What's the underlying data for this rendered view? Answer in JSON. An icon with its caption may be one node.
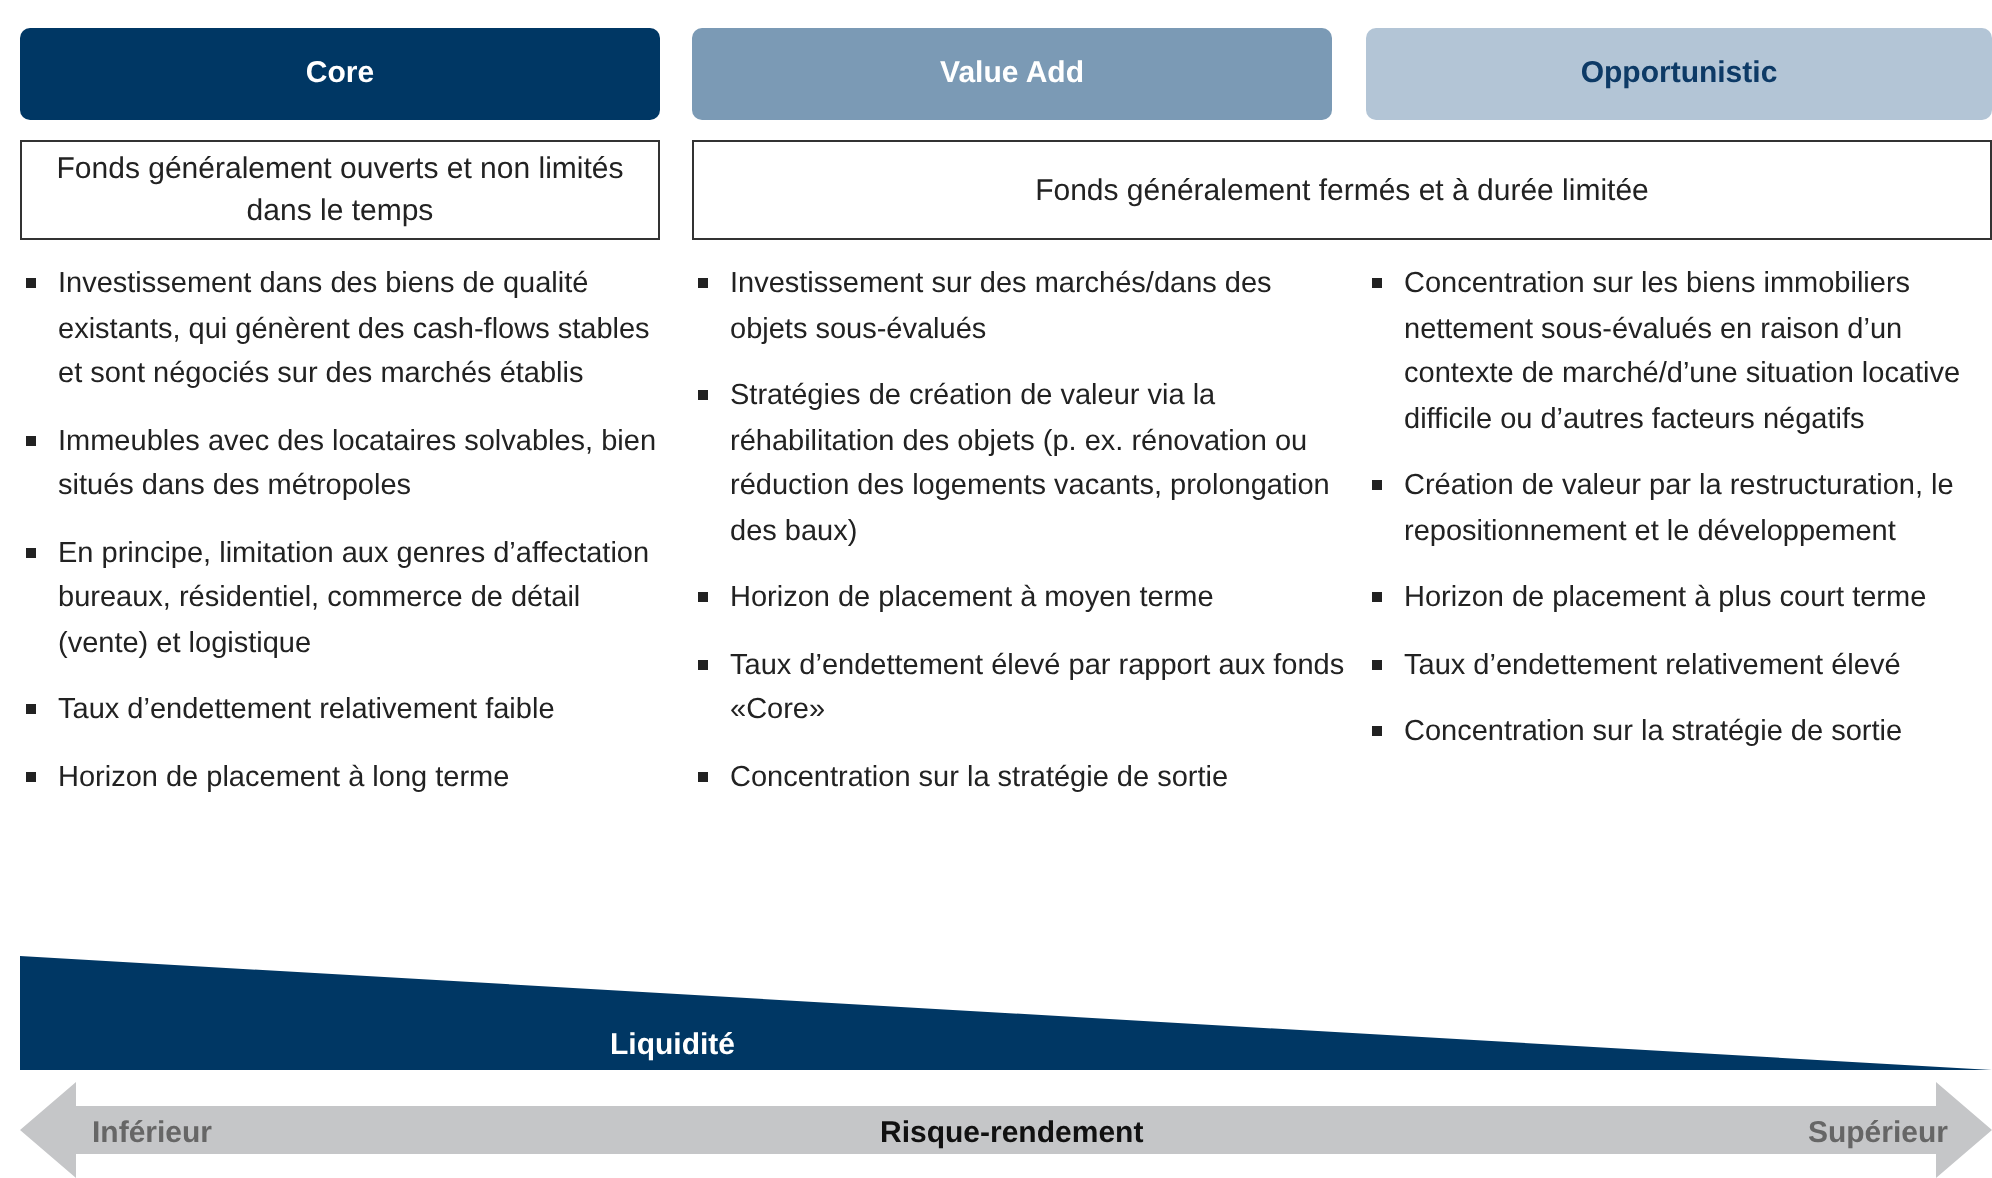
{
  "diagram": {
    "nodes": [
      {
        "text": [
          "Core"
        ]
      },
      {
        "text": [
          "Value Add"
        ]
      },
      {
        "text": [
          "Opportunistic"
        ]
      },
      {
        "text": [
          "Fonds généralement ouverts et non limités dans le temps"
        ]
      },
      {
        "text": [
          "Fonds généralement fermés et à durée limitée"
        ]
      },
      {
        "text": [
          "Liquidité"
        ]
      },
      {
        "text": [
          "Inférieur",
          "Risque-rendement",
          "Supérieur"
        ]
      }
    ],
    "labels": [
      "Investissement dans des biens de qualité existants, qui génèrent des cash-flows stables et sont négociés sur des marchés établis",
      "Immeubles avec des locataires solvables, bien situés dans des métropoles",
      "En principe, limitation aux genres d’affectation bureaux, résidentiel, commerce de détail (vente) et logistique",
      "Taux d’endettement relativement faible",
      "Horizon de placement à long terme",
      "Investissement sur des marchés/dans des objets sous-évalués",
      "Stratégies de création de valeur via la réhabilitation des objets (p. ex. rénovation ou réduction des logements vacants, prolongation des baux)",
      "Horizon de placement à moyen terme",
      "Taux d’endettement élevé par rapport aux fonds «Core»",
      "Concentration sur la stratégie de sortie",
      "Concentration sur les biens immobiliers nettement sous-évalués en raison d’un contexte de marché/d’une situation locative difficile ou d’autres facteurs négatifs",
      "Création de valeur par la restructuration, le repositionnement et le développement",
      "Horizon de placement à plus court terme",
      "Taux d’endettement relativement élevé",
      "Concentration sur la stratégie de sortie"
    ]
  }
}
